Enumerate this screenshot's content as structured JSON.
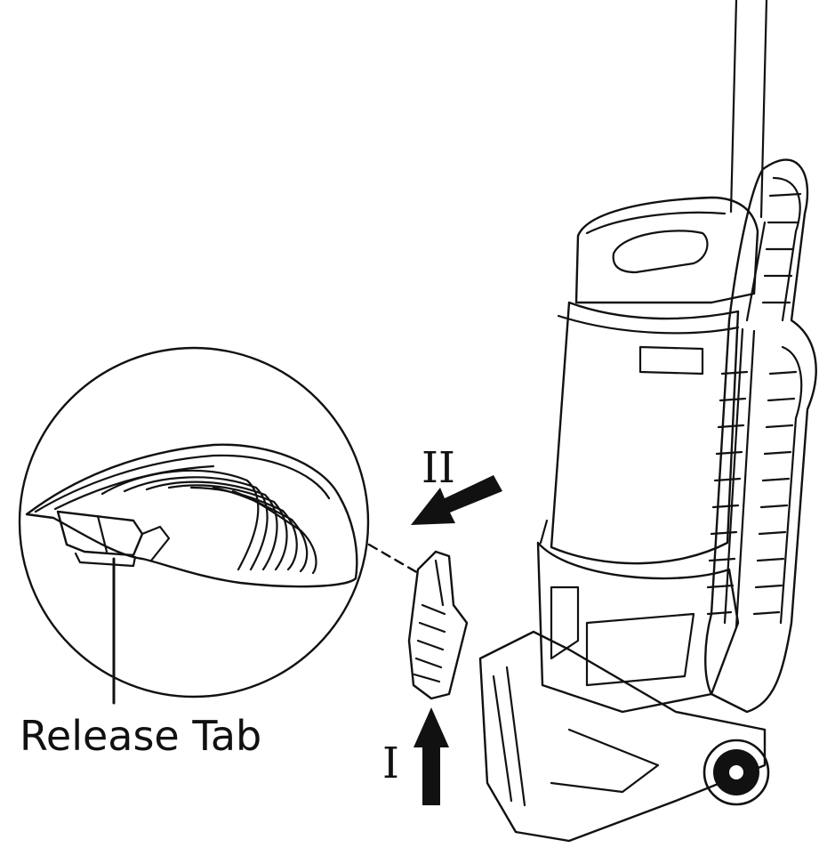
{
  "diagram": {
    "callout_label": "Release Tab",
    "steps": [
      {
        "marker": "I",
        "direction": "up"
      },
      {
        "marker": "II",
        "direction": "down-left"
      }
    ],
    "line_color": "#111111",
    "background": "#ffffff"
  }
}
